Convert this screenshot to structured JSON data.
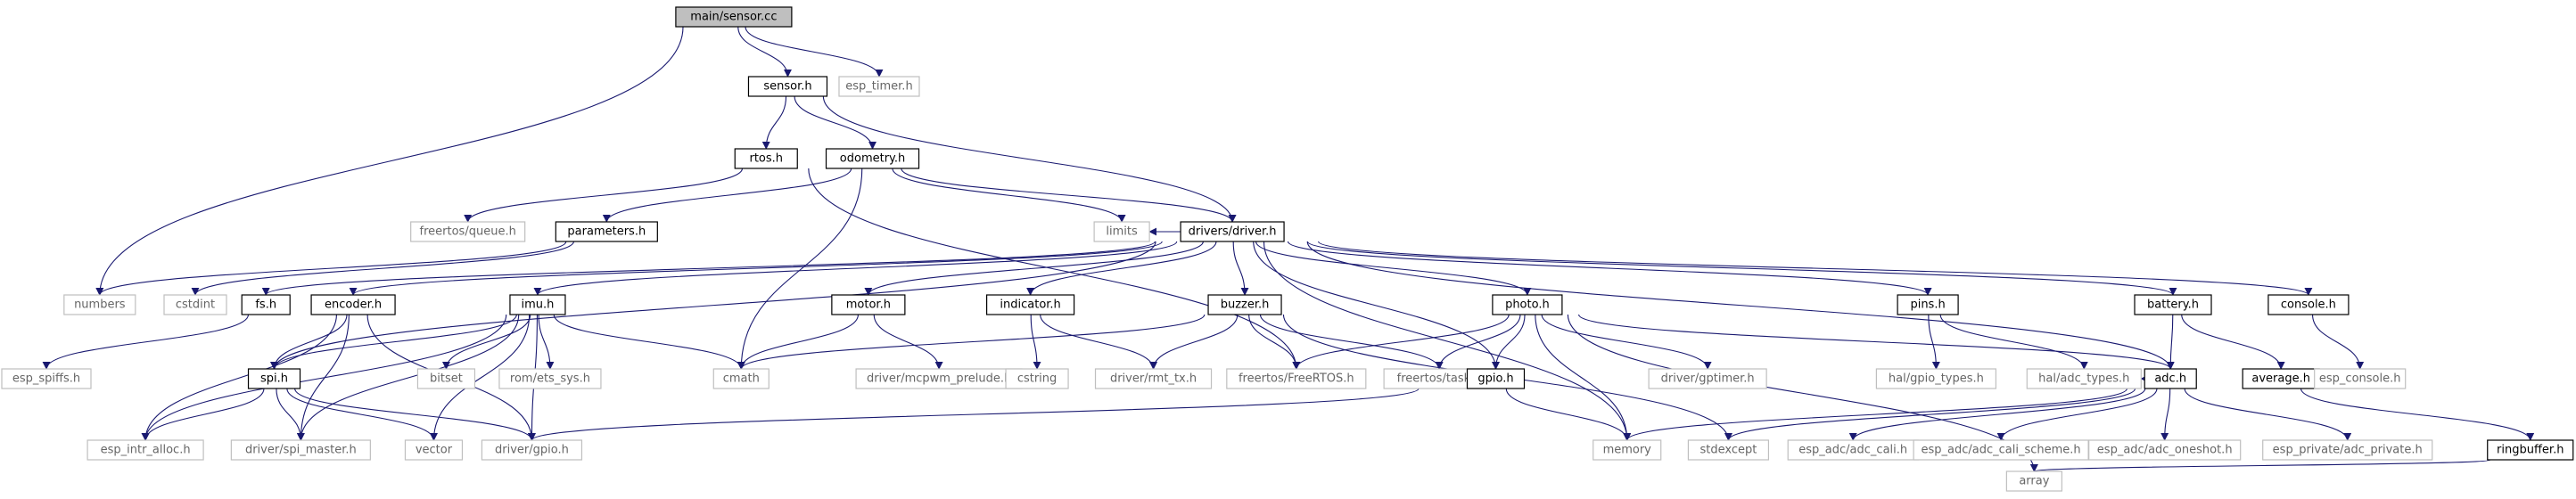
{
  "graph": {
    "colors": {
      "edge": "#191970",
      "root_fill": "#bfbfbf",
      "internal_border": "#000000",
      "external_border": "#bfbfbf",
      "external_text": "#666666"
    },
    "nodes": [
      {
        "id": "sensor_cc",
        "label": "main/sensor.cc",
        "kind": "root"
      },
      {
        "id": "sensor_h",
        "label": "sensor.h",
        "kind": "internal"
      },
      {
        "id": "esp_timer_h",
        "label": "esp_timer.h",
        "kind": "external"
      },
      {
        "id": "rtos_h",
        "label": "rtos.h",
        "kind": "internal"
      },
      {
        "id": "odometry_h",
        "label": "odometry.h",
        "kind": "internal"
      },
      {
        "id": "queue_h",
        "label": "freertos/queue.h",
        "kind": "external"
      },
      {
        "id": "parameters_h",
        "label": "parameters.h",
        "kind": "internal"
      },
      {
        "id": "limits",
        "label": "limits",
        "kind": "external"
      },
      {
        "id": "driver_h",
        "label": "drivers/driver.h",
        "kind": "internal"
      },
      {
        "id": "numbers",
        "label": "numbers",
        "kind": "external"
      },
      {
        "id": "cstdint",
        "label": "cstdint",
        "kind": "external"
      },
      {
        "id": "fs_h",
        "label": "fs.h",
        "kind": "internal"
      },
      {
        "id": "encoder_h",
        "label": "encoder.h",
        "kind": "internal"
      },
      {
        "id": "imu_h",
        "label": "imu.h",
        "kind": "internal"
      },
      {
        "id": "motor_h",
        "label": "motor.h",
        "kind": "internal"
      },
      {
        "id": "indicator_h",
        "label": "indicator.h",
        "kind": "internal"
      },
      {
        "id": "buzzer_h",
        "label": "buzzer.h",
        "kind": "internal"
      },
      {
        "id": "photo_h",
        "label": "photo.h",
        "kind": "internal"
      },
      {
        "id": "pins_h",
        "label": "pins.h",
        "kind": "internal"
      },
      {
        "id": "battery_h",
        "label": "battery.h",
        "kind": "internal"
      },
      {
        "id": "console_h",
        "label": "console.h",
        "kind": "internal"
      },
      {
        "id": "esp_spiffs_h",
        "label": "esp_spiffs.h",
        "kind": "external"
      },
      {
        "id": "spi_h",
        "label": "spi.h",
        "kind": "internal"
      },
      {
        "id": "bitset",
        "label": "bitset",
        "kind": "external"
      },
      {
        "id": "ets_sys_h",
        "label": "rom/ets_sys.h",
        "kind": "external"
      },
      {
        "id": "cmath",
        "label": "cmath",
        "kind": "external"
      },
      {
        "id": "mcpwm_h",
        "label": "driver/mcpwm_prelude.h",
        "kind": "external"
      },
      {
        "id": "cstring",
        "label": "cstring",
        "kind": "external"
      },
      {
        "id": "rmt_tx_h",
        "label": "driver/rmt_tx.h",
        "kind": "external"
      },
      {
        "id": "freertos_h",
        "label": "freertos/FreeRTOS.h",
        "kind": "external"
      },
      {
        "id": "task_h",
        "label": "freertos/task.h",
        "kind": "external"
      },
      {
        "id": "gpio_h",
        "label": "gpio.h",
        "kind": "internal"
      },
      {
        "id": "gptimer_h",
        "label": "driver/gptimer.h",
        "kind": "external"
      },
      {
        "id": "gpio_types_h",
        "label": "hal/gpio_types.h",
        "kind": "external"
      },
      {
        "id": "adc_types_h",
        "label": "hal/adc_types.h",
        "kind": "external"
      },
      {
        "id": "adc_h",
        "label": "adc.h",
        "kind": "internal"
      },
      {
        "id": "average_h",
        "label": "average.h",
        "kind": "internal"
      },
      {
        "id": "esp_console_h",
        "label": "esp_console.h",
        "kind": "external"
      },
      {
        "id": "intr_alloc_h",
        "label": "esp_intr_alloc.h",
        "kind": "external"
      },
      {
        "id": "spi_master_h",
        "label": "driver/spi_master.h",
        "kind": "external"
      },
      {
        "id": "vector",
        "label": "vector",
        "kind": "external"
      },
      {
        "id": "driver_gpio_h",
        "label": "driver/gpio.h",
        "kind": "external"
      },
      {
        "id": "memory",
        "label": "memory",
        "kind": "external"
      },
      {
        "id": "stdexcept",
        "label": "stdexcept",
        "kind": "external"
      },
      {
        "id": "adc_cali_h",
        "label": "esp_adc/adc_cali.h",
        "kind": "external"
      },
      {
        "id": "adc_cali_scheme_h",
        "label": "esp_adc/adc_cali_scheme.h",
        "kind": "external"
      },
      {
        "id": "adc_oneshot_h",
        "label": "esp_adc/adc_oneshot.h",
        "kind": "external"
      },
      {
        "id": "adc_private_h",
        "label": "esp_private/adc_private.h",
        "kind": "external"
      },
      {
        "id": "ringbuffer_h",
        "label": "ringbuffer.h",
        "kind": "internal"
      },
      {
        "id": "array",
        "label": "array",
        "kind": "external"
      }
    ],
    "edges": [
      [
        "sensor_cc",
        "sensor_h"
      ],
      [
        "sensor_cc",
        "esp_timer_h"
      ],
      [
        "sensor_cc",
        "numbers"
      ],
      [
        "sensor_h",
        "rtos_h"
      ],
      [
        "sensor_h",
        "odometry_h"
      ],
      [
        "sensor_h",
        "driver_h"
      ],
      [
        "rtos_h",
        "queue_h"
      ],
      [
        "rtos_h",
        "freertos_h"
      ],
      [
        "odometry_h",
        "parameters_h"
      ],
      [
        "odometry_h",
        "limits"
      ],
      [
        "odometry_h",
        "driver_h"
      ],
      [
        "odometry_h",
        "cmath"
      ],
      [
        "parameters_h",
        "numbers"
      ],
      [
        "parameters_h",
        "cstdint"
      ],
      [
        "driver_h",
        "fs_h"
      ],
      [
        "driver_h",
        "encoder_h"
      ],
      [
        "driver_h",
        "imu_h"
      ],
      [
        "driver_h",
        "motor_h"
      ],
      [
        "driver_h",
        "indicator_h"
      ],
      [
        "driver_h",
        "buzzer_h"
      ],
      [
        "driver_h",
        "photo_h"
      ],
      [
        "driver_h",
        "pins_h"
      ],
      [
        "driver_h",
        "battery_h"
      ],
      [
        "driver_h",
        "console_h"
      ],
      [
        "driver_h",
        "spi_h"
      ],
      [
        "driver_h",
        "gpio_h"
      ],
      [
        "driver_h",
        "adc_h"
      ],
      [
        "driver_h",
        "memory"
      ],
      [
        "driver_h",
        "limits"
      ],
      [
        "fs_h",
        "esp_spiffs_h"
      ],
      [
        "encoder_h",
        "spi_h"
      ],
      [
        "encoder_h",
        "intr_alloc_h"
      ],
      [
        "encoder_h",
        "spi_master_h"
      ],
      [
        "encoder_h",
        "driver_gpio_h"
      ],
      [
        "imu_h",
        "spi_h"
      ],
      [
        "imu_h",
        "bitset"
      ],
      [
        "imu_h",
        "ets_sys_h"
      ],
      [
        "imu_h",
        "cmath"
      ],
      [
        "imu_h",
        "vector"
      ],
      [
        "imu_h",
        "driver_gpio_h"
      ],
      [
        "imu_h",
        "intr_alloc_h"
      ],
      [
        "imu_h",
        "spi_master_h"
      ],
      [
        "spi_h",
        "intr_alloc_h"
      ],
      [
        "spi_h",
        "spi_master_h"
      ],
      [
        "spi_h",
        "vector"
      ],
      [
        "spi_h",
        "driver_gpio_h"
      ],
      [
        "motor_h",
        "cmath"
      ],
      [
        "motor_h",
        "mcpwm_h"
      ],
      [
        "indicator_h",
        "cstring"
      ],
      [
        "indicator_h",
        "rmt_tx_h"
      ],
      [
        "buzzer_h",
        "rmt_tx_h"
      ],
      [
        "buzzer_h",
        "cmath"
      ],
      [
        "buzzer_h",
        "freertos_h"
      ],
      [
        "buzzer_h",
        "task_h"
      ],
      [
        "buzzer_h",
        "stdexcept"
      ],
      [
        "photo_h",
        "gpio_h"
      ],
      [
        "photo_h",
        "freertos_h"
      ],
      [
        "photo_h",
        "task_h"
      ],
      [
        "photo_h",
        "gptimer_h"
      ],
      [
        "photo_h",
        "memory"
      ],
      [
        "photo_h",
        "adc_h"
      ],
      [
        "photo_h",
        "array"
      ],
      [
        "gpio_h",
        "memory"
      ],
      [
        "gpio_h",
        "driver_gpio_h"
      ],
      [
        "pins_h",
        "gpio_types_h"
      ],
      [
        "pins_h",
        "adc_types_h"
      ],
      [
        "battery_h",
        "adc_h"
      ],
      [
        "battery_h",
        "average_h"
      ],
      [
        "console_h",
        "esp_console_h"
      ],
      [
        "adc_h",
        "adc_types_h"
      ],
      [
        "adc_h",
        "adc_cali_h"
      ],
      [
        "adc_h",
        "adc_cali_scheme_h"
      ],
      [
        "adc_h",
        "adc_oneshot_h"
      ],
      [
        "adc_h",
        "adc_private_h"
      ],
      [
        "adc_h",
        "memory"
      ],
      [
        "adc_h",
        "stdexcept"
      ],
      [
        "average_h",
        "ringbuffer_h"
      ],
      [
        "ringbuffer_h",
        "array"
      ]
    ]
  }
}
